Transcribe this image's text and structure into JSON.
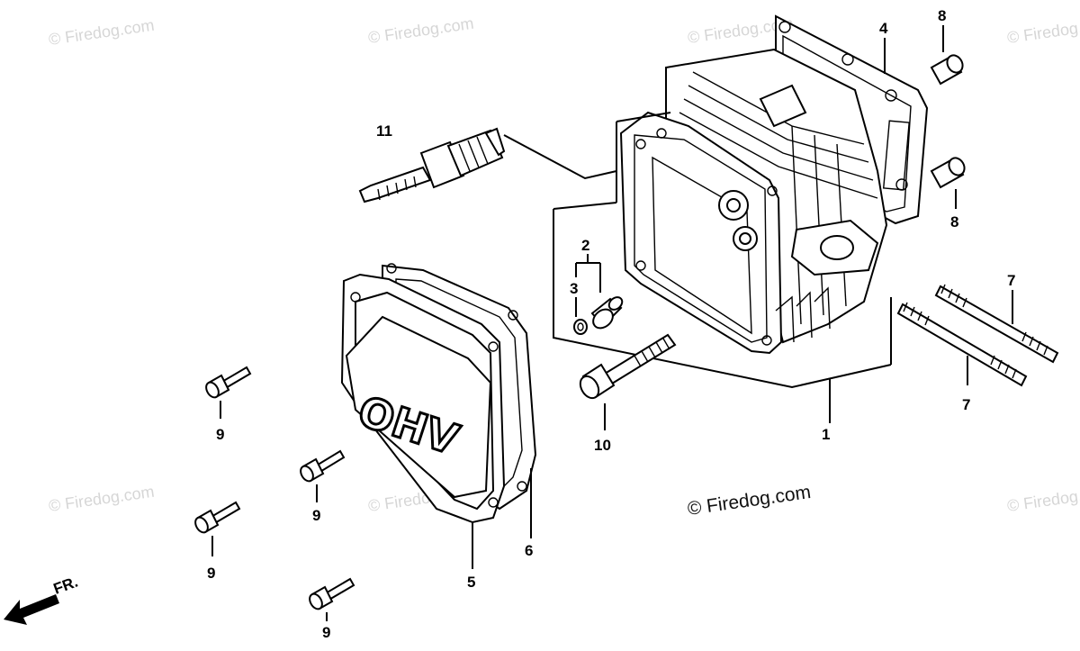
{
  "watermarks": {
    "tile_text": "© Firedog.com",
    "main_text": "© Firedog.com"
  },
  "cover_lettering": "OHV",
  "direction_label": "FR.",
  "callouts": {
    "c1": "1",
    "c2": "2",
    "c3": "3",
    "c4": "4",
    "c5": "5",
    "c6": "6",
    "c7a": "7",
    "c7b": "7",
    "c8a": "8",
    "c8b": "8",
    "c9a": "9",
    "c9b": "9",
    "c9c": "9",
    "c9d": "9",
    "c10": "10",
    "c11": "11"
  }
}
